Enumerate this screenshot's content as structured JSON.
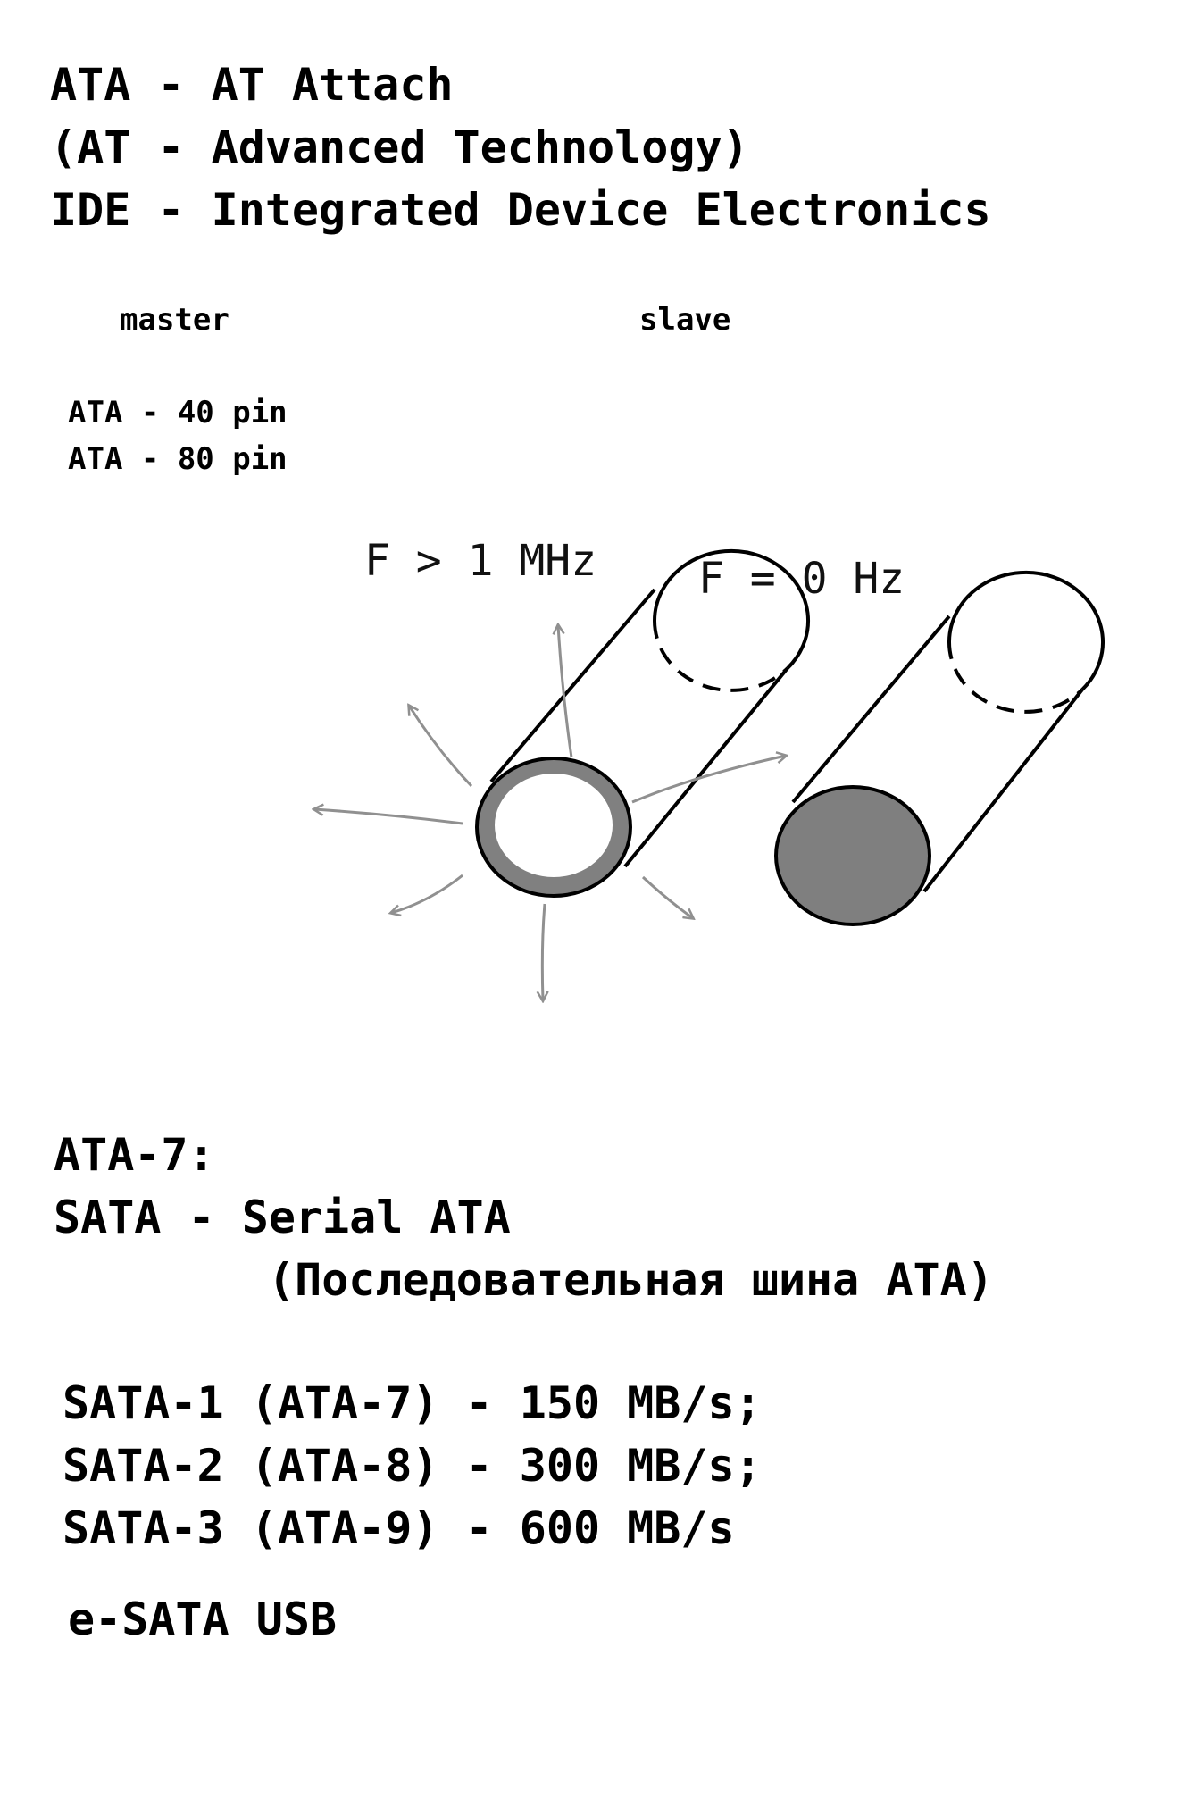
{
  "header": {
    "lines": [
      "ATA - AT Attach",
      "(AT - Advanced Technology)",
      "IDE - Integrated Device Electronics"
    ]
  },
  "roles": {
    "master": "master",
    "slave": "slave"
  },
  "pins": [
    "ATA - 40 pin",
    "ATA - 80 pin"
  ],
  "diagram": {
    "label_high": "F > 1 MHz",
    "label_zero": "F = 0 Hz",
    "colors": {
      "stroke": "#000000",
      "ring": "#808080",
      "fill": "#7f7f7f",
      "arrow": "#909090"
    }
  },
  "sata": {
    "heading": "ATA-7:",
    "name": "SATA - Serial ATA",
    "translation": "(Последовательная шина ATA)",
    "versions": [
      "SATA-1 (ATA-7) - 150 MB/s;",
      "SATA-2 (ATA-8) - 300 MB/s;",
      "SATA-3 (ATA-9) - 600 MB/s"
    ],
    "footer": "e-SATA USB"
  }
}
